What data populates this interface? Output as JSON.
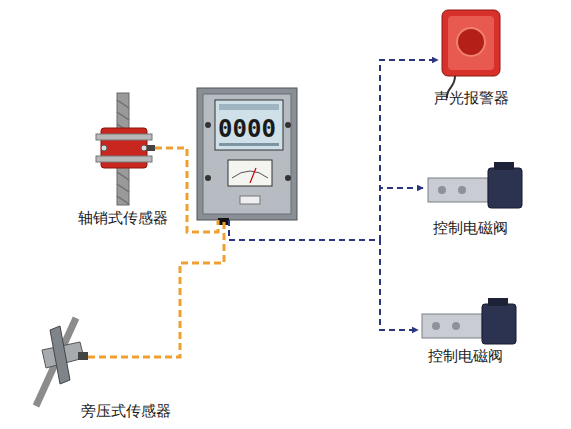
{
  "diagram": {
    "nodes": [
      {
        "text": [
          "轴销式传感器"
        ]
      },
      {
        "text": [
          "0000"
        ]
      },
      {
        "text": [
          "旁压式传感器"
        ]
      },
      {
        "text": [
          "声光报警器"
        ]
      },
      {
        "text": [
          "控制电磁阀"
        ]
      },
      {
        "text": [
          "控制电磁阀"
        ]
      }
    ],
    "edges": [
      {
        "from": 0,
        "to": 1,
        "arrow": "none"
      },
      {
        "from": 2,
        "to": 1,
        "arrow": "none"
      },
      {
        "from": 1,
        "to": 3,
        "arrow": "to"
      },
      {
        "from": 1,
        "to": 4,
        "arrow": "to"
      },
      {
        "from": 1,
        "to": 5,
        "arrow": "to"
      }
    ]
  }
}
